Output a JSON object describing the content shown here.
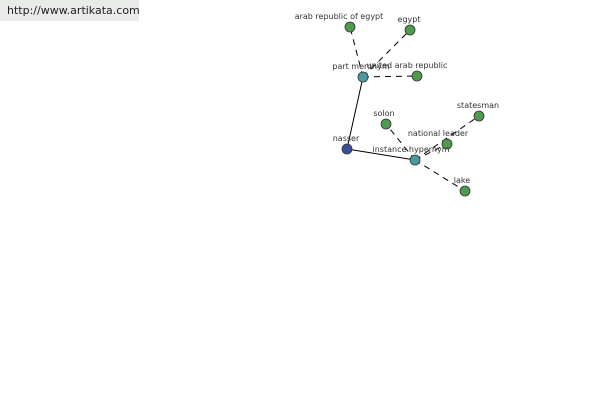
{
  "banner": {
    "url_text": "http://www.artikata.com"
  },
  "colors": {
    "root_node": "#3a4f9c",
    "relation_node": "#4a9aa0",
    "leaf_node": "#4e9a4e",
    "node_stroke": "#333333",
    "edge": "#000000"
  },
  "graph": {
    "nodes": [
      {
        "id": "nasser",
        "label": "nasser",
        "kind": "root"
      },
      {
        "id": "part_meronym",
        "label": "part meronym",
        "kind": "relation"
      },
      {
        "id": "instance_hypernym",
        "label": "instance hypernym",
        "kind": "relation"
      },
      {
        "id": "arab_republic_of_egypt",
        "label": "arab republic of egypt",
        "kind": "leaf"
      },
      {
        "id": "egypt",
        "label": "egypt",
        "kind": "leaf"
      },
      {
        "id": "united_arab_republic",
        "label": "united arab republic",
        "kind": "leaf"
      },
      {
        "id": "solon",
        "label": "solon",
        "kind": "leaf"
      },
      {
        "id": "statesman",
        "label": "statesman",
        "kind": "leaf"
      },
      {
        "id": "national_leader",
        "label": "national leader",
        "kind": "leaf"
      },
      {
        "id": "lake",
        "label": "lake",
        "kind": "leaf"
      }
    ],
    "edges": [
      {
        "from": "nasser",
        "to": "part_meronym",
        "style": "solid"
      },
      {
        "from": "nasser",
        "to": "instance_hypernym",
        "style": "solid"
      },
      {
        "from": "part_meronym",
        "to": "arab_republic_of_egypt",
        "style": "dashed"
      },
      {
        "from": "part_meronym",
        "to": "egypt",
        "style": "dashed"
      },
      {
        "from": "part_meronym",
        "to": "united_arab_republic",
        "style": "dashed"
      },
      {
        "from": "instance_hypernym",
        "to": "solon",
        "style": "dashed"
      },
      {
        "from": "instance_hypernym",
        "to": "statesman",
        "style": "dashed"
      },
      {
        "from": "instance_hypernym",
        "to": "national_leader",
        "style": "dashed"
      },
      {
        "from": "instance_hypernym",
        "to": "lake",
        "style": "dashed"
      }
    ]
  }
}
